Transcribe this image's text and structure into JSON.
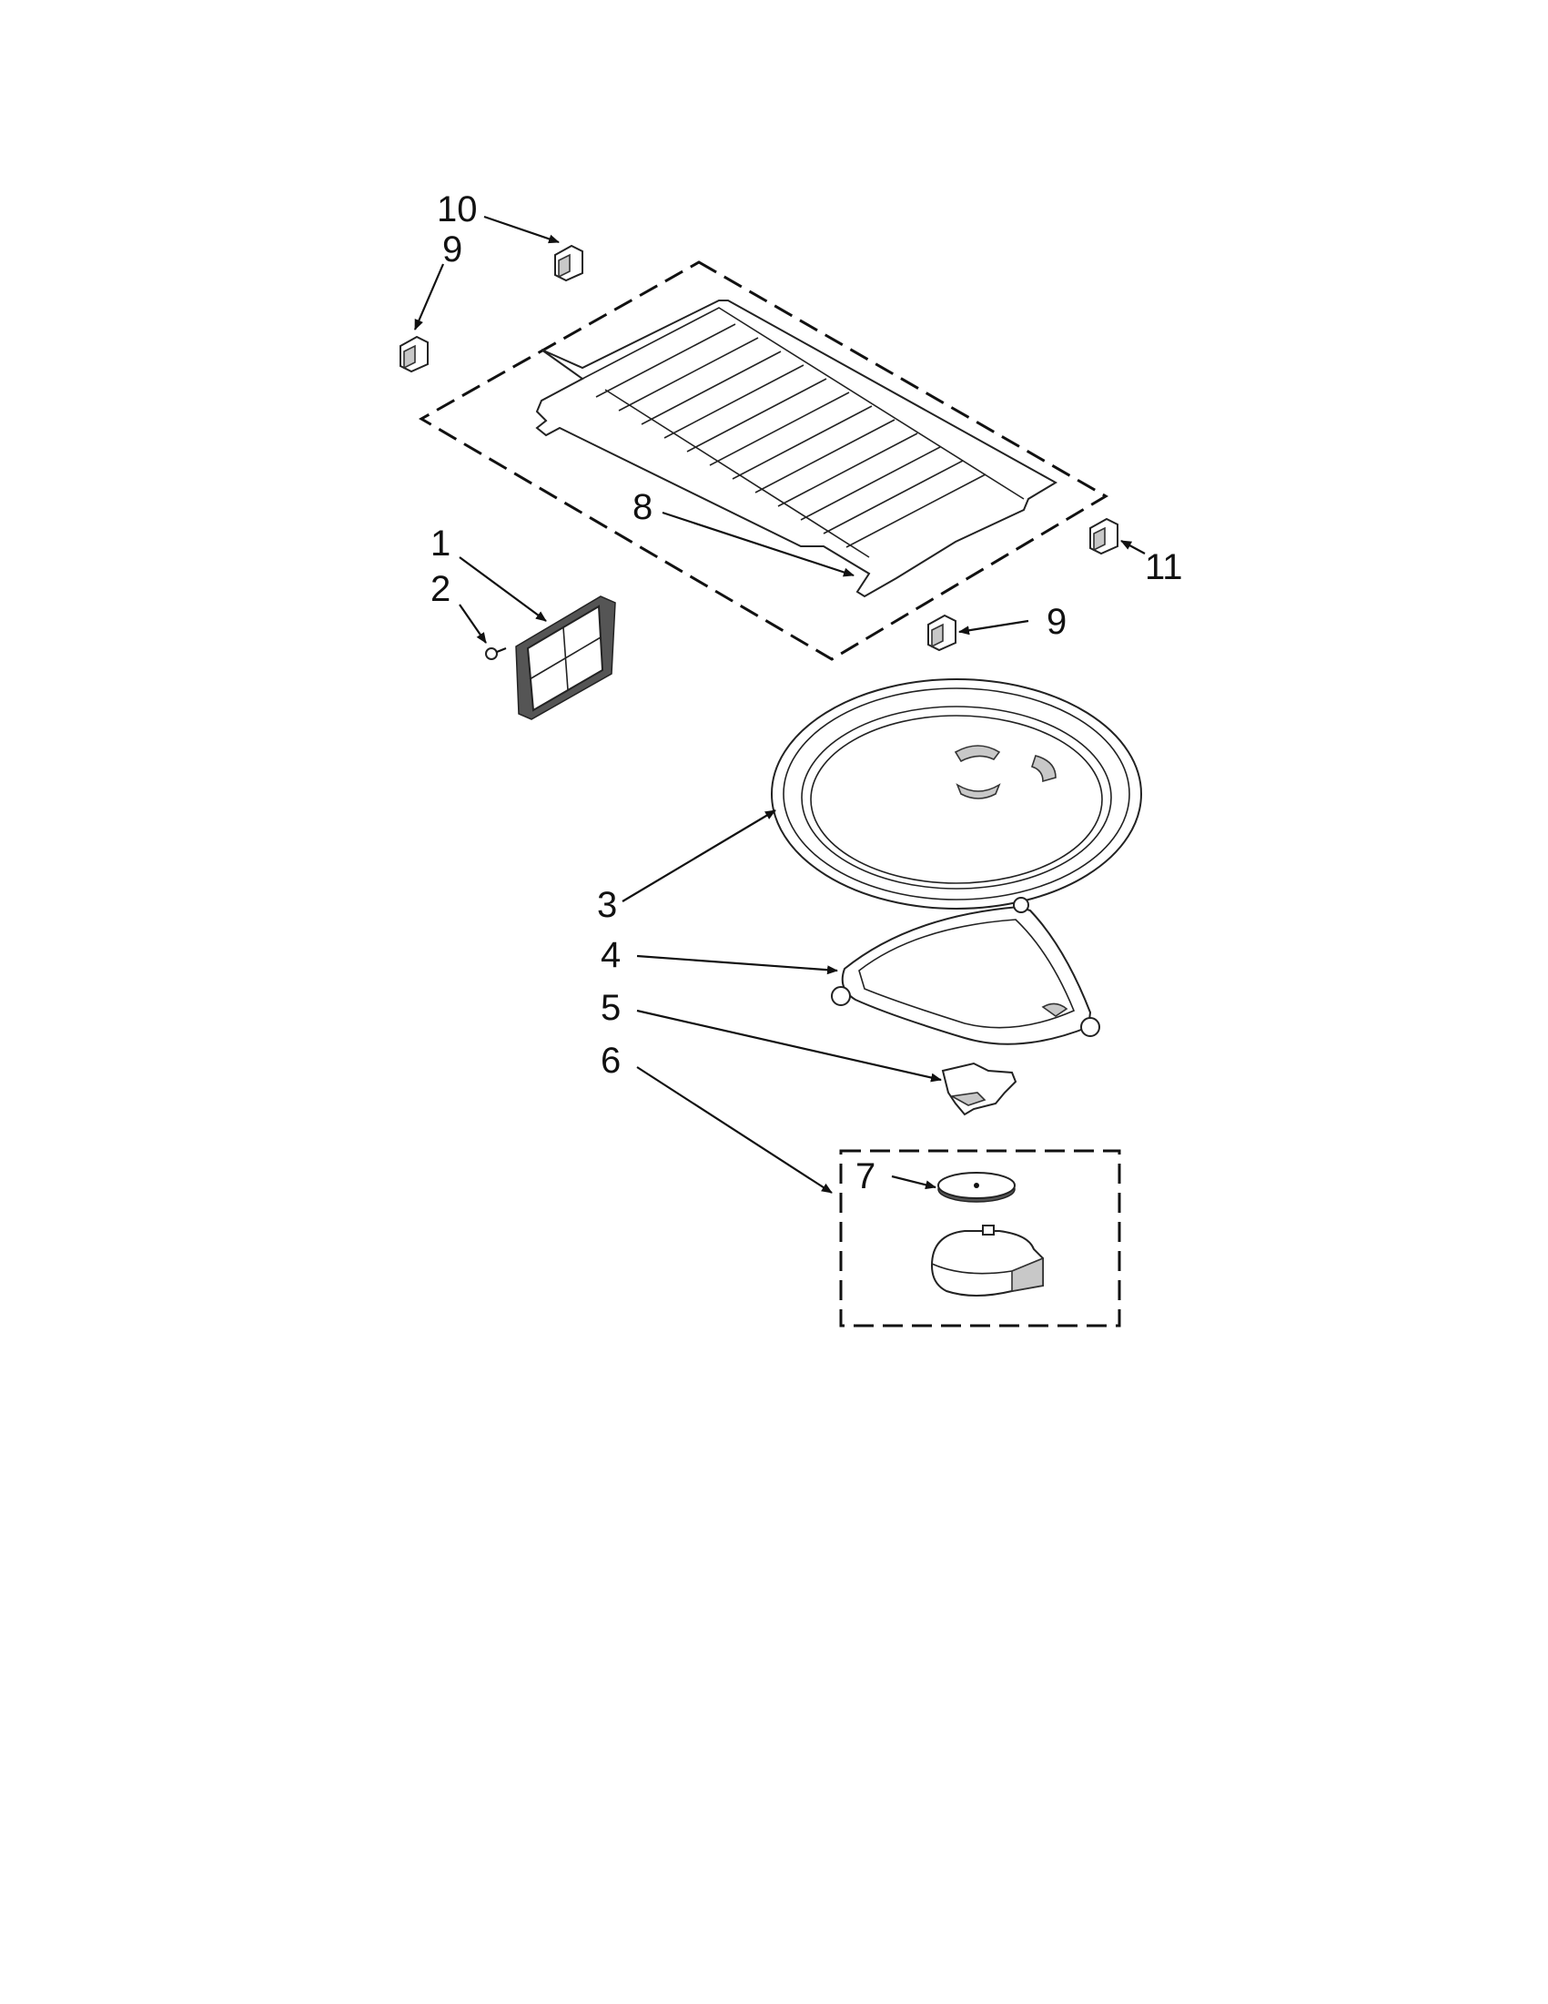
{
  "colors": {
    "ink": "#111111",
    "background": "#ffffff",
    "shade": "#c8c8c8"
  },
  "callouts": {
    "c1": "1",
    "c2": "2",
    "c3": "3",
    "c4": "4",
    "c5": "5",
    "c6": "6",
    "c7": "7",
    "c8": "8",
    "c9a": "9",
    "c9b": "9",
    "c10": "10",
    "c11": "11"
  }
}
